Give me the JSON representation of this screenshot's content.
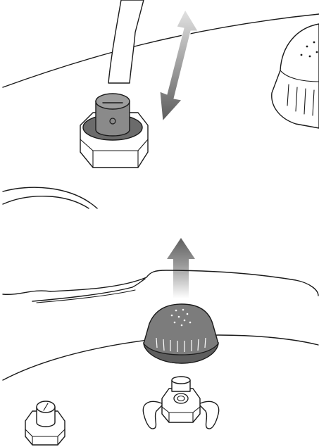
{
  "figure": {
    "panels": [
      {
        "id": "top",
        "shows": [
          "screwdriver-tip",
          "pressure-valve",
          "double-arrow",
          "valve-cap"
        ]
      },
      {
        "id": "bottom",
        "shows": [
          "lid-edge",
          "removable-valve-cap",
          "up-arrow",
          "nut-fitting",
          "small-valve"
        ]
      }
    ],
    "colors": {
      "outline": "#1a1a1a",
      "part_fill": "#7a7a7a",
      "part_dark": "#5e5e5e",
      "arrow_light": "#d8d8d8",
      "arrow_dark": "#6a6a6a",
      "background": "#ffffff"
    },
    "icons": [
      "double-arrow-icon",
      "up-arrow-icon"
    ]
  }
}
